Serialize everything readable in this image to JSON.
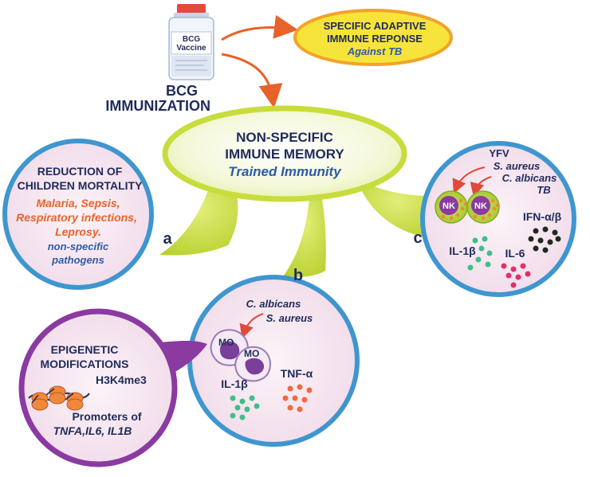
{
  "vaccine": {
    "label_line1": "BCG",
    "label_line2": "Vaccine",
    "caption_line1": "BCG",
    "caption_line2": "IMMUNIZATION"
  },
  "adaptive": {
    "line1": "SPECIFIC ADAPTIVE",
    "line2": "IMMUNE REPONSE",
    "line3": "Against TB"
  },
  "center": {
    "line1": "NON-SPECIFIC",
    "line2": "IMMUNE MEMORY",
    "line3": "Trained Immunity"
  },
  "panel_a": {
    "letter": "a",
    "title1": "REDUCTION OF",
    "title2": "CHILDREN MORTALITY",
    "list1": "Malaria, Sepsis,",
    "list2": "Respiratory infections,",
    "list3": "Leprosy.",
    "extra1": "non-specific",
    "extra2": "pathogens"
  },
  "panel_b": {
    "letter": "b",
    "stim1": "C. albicans",
    "stim2": "S. aureus",
    "cell1": "MO",
    "cell2": "MO",
    "cyto1": "IL-1β",
    "cyto2": "TNF-α"
  },
  "panel_c": {
    "letter": "c",
    "stim1": "YFV",
    "stim2": "S. aureus",
    "stim3": "C. albicans",
    "stim4": "TB",
    "cell1": "NK",
    "cell2": "NK",
    "cyto1": "IFN-α/β",
    "cyto2": "IL-1β",
    "cyto3": "IL-6"
  },
  "epigenetic": {
    "title1": "EPIGENETIC",
    "title2": "MODIFICATIONS",
    "mark": "H3K4me3",
    "promoters": "Promoters of",
    "genes": "TNFA,IL6, IL1B"
  },
  "colors": {
    "navy": "#1f2a5a",
    "orange_text": "#e8632a",
    "blue_text": "#2e5aa8",
    "lime": "#c8dc3c",
    "circle_blue": "#3f96cf",
    "circle_fill": "#f7e8f2",
    "purple": "#8a3aa0",
    "arrow": "#e8622a",
    "yellow": "#f6e53a"
  }
}
